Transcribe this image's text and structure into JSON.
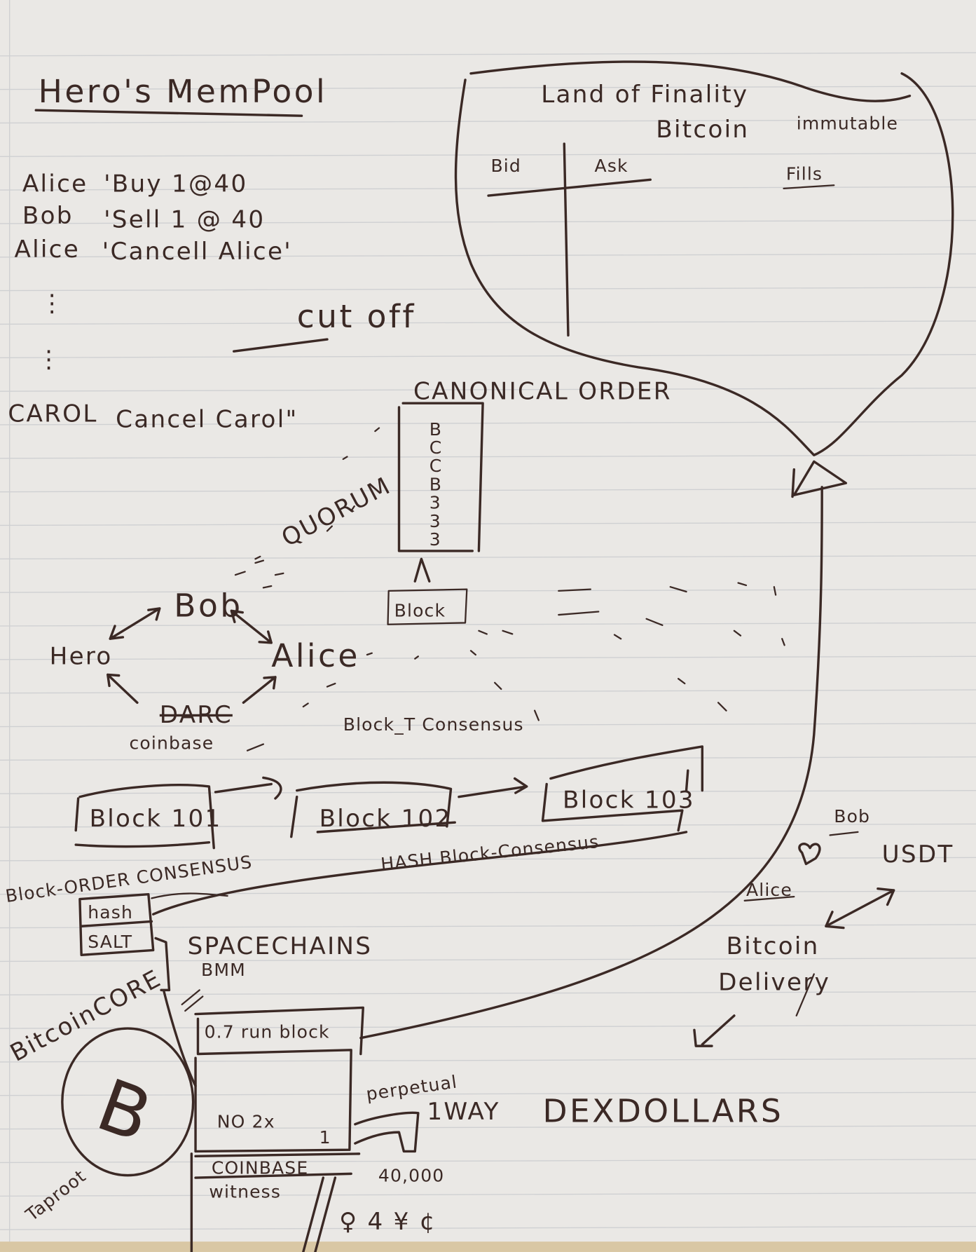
{
  "colors": {
    "ink": "#3b2925",
    "paper": "#eae8e5",
    "rule": "#cfd0d2"
  },
  "mempool": {
    "title": "Hero's MemPool",
    "entries": [
      {
        "name": "Alice",
        "order": "'Buy 1@40"
      },
      {
        "name": "Bob",
        "order": "'Sell 1 @ 40"
      },
      {
        "name": "Alice",
        "order": "'Cancell Alice'"
      },
      {
        "name": "CAROL",
        "order": "Cancel Carol\""
      }
    ],
    "cutoff": "cut off"
  },
  "finality": {
    "title": "Land of Finality",
    "bitcoin": "Bitcoin",
    "immutable": "immutable",
    "bid": "Bid",
    "ask": "Ask",
    "fills": "Fills"
  },
  "canonical": {
    "title": "CANONICAL ORDER",
    "items": [
      "B",
      "C",
      "C",
      "B",
      "3",
      "3",
      "3"
    ],
    "quorum": "QUORUM",
    "block": "Block"
  },
  "nodes": {
    "bob": "Bob",
    "hero": "Hero",
    "alice": "Alice",
    "darc": "DARC",
    "coinbase": "coinbase",
    "block_consensus": "Block_T Consensus"
  },
  "chain": {
    "blocks": [
      "Block 101",
      "Block 102",
      "Block 103"
    ],
    "hash_block_consensus": "HASH Block-Consensus",
    "block_order_consensus": "Block-ORDER CONSENSUS",
    "hash": "hash",
    "salt": "SALT"
  },
  "bitcoin_core": {
    "spacechains": "SPACECHAINS",
    "bmm": "BMM",
    "label": "BitcoinCORE",
    "taproot": "Taproot",
    "btc_symbol": "B",
    "run_block": "0.7 run block",
    "no2x": "NO 2x",
    "one": "1",
    "coinbase": "COINBASE",
    "witness": "witness"
  },
  "dex": {
    "perpetual": "perpetual",
    "oneway": "1WAY",
    "dexdollars": "DEXDOLLARS",
    "amount": "40,000",
    "symbols": "♀ 4 ¥ ¢"
  },
  "delivery": {
    "bob": "Bob",
    "usdt": "USDT",
    "alice": "Alice",
    "bitcoin": "Bitcoin",
    "delivery": "Delivery"
  }
}
